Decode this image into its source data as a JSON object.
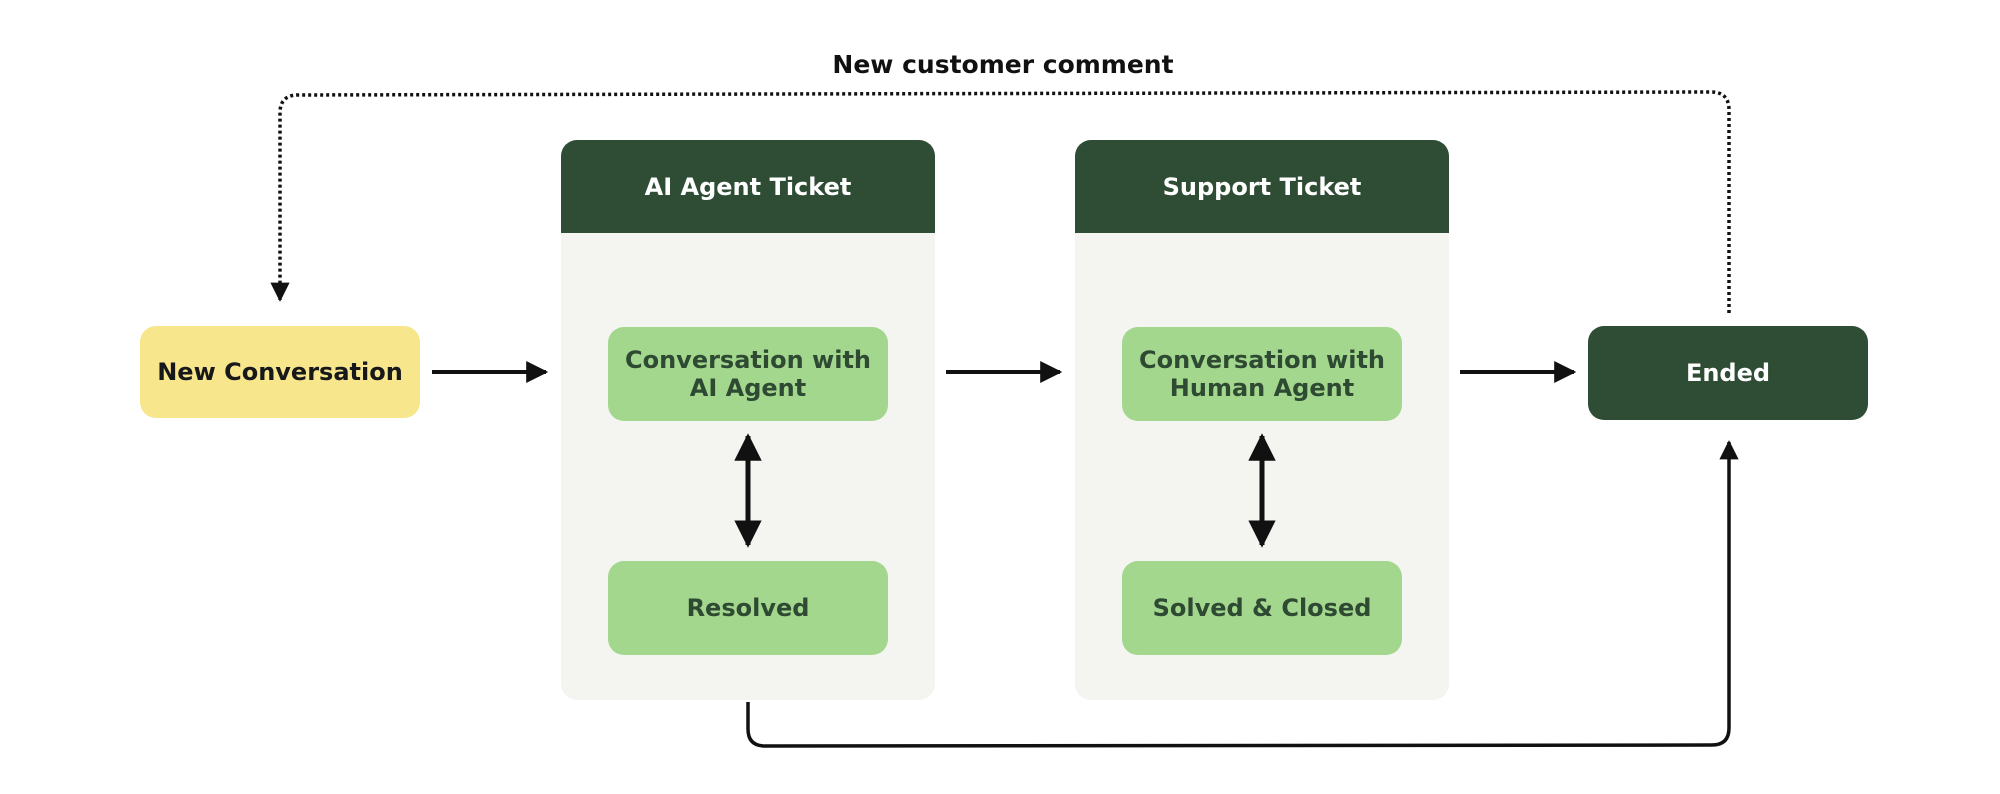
{
  "colors": {
    "dark_green": "#2f4d35",
    "light_green": "#a2d78d",
    "yellow": "#f8e68c",
    "panel_bg": "#f4f4f0",
    "connector": "#111111",
    "sub_text": "#2e4a32"
  },
  "feedback_loop": {
    "label": "New customer comment"
  },
  "nodes": {
    "new_conversation": "New Conversation",
    "ended": "Ended"
  },
  "panels": [
    {
      "header": "AI Agent Ticket",
      "top_line1": "Conversation with",
      "top_line2": "AI Agent",
      "bottom": "Resolved"
    },
    {
      "header": "Support Ticket",
      "top_line1": "Conversation with",
      "top_line2": "Human Agent",
      "bottom": "Solved & Closed"
    }
  ]
}
